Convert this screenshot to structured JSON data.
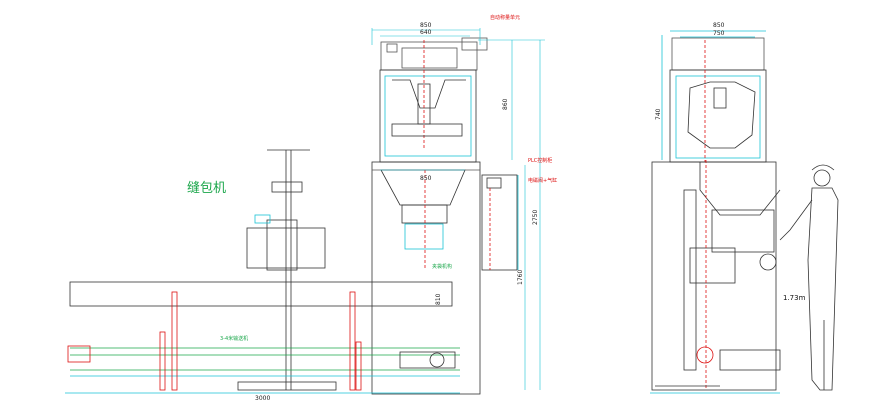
{
  "colors": {
    "line": "#333333",
    "cyan": "#19c3d6",
    "green": "#1aa64a",
    "red": "#d11111",
    "gray": "#9a9a9a"
  },
  "left_view": {
    "sewing_label": "缝包机",
    "dim_top_width": "850",
    "dim_top_inner": "640",
    "dim_hopper": "850",
    "dim_bottom_length": "3000",
    "dim_height_upper": "860",
    "dim_height_mid": "2750",
    "dim_height_lower": "1760",
    "dim_sub": "810",
    "note_top": "自动称量单元",
    "note_panel": "PLC控制柜",
    "note_panel2": "电磁阀+气缸",
    "note_conveyor": "3-4米输送机",
    "note_bag": "夹袋机构"
  },
  "right_view": {
    "dim_top_width": "850",
    "dim_top_inner": "750",
    "dim_side": "740",
    "person_height": "1.73m"
  }
}
